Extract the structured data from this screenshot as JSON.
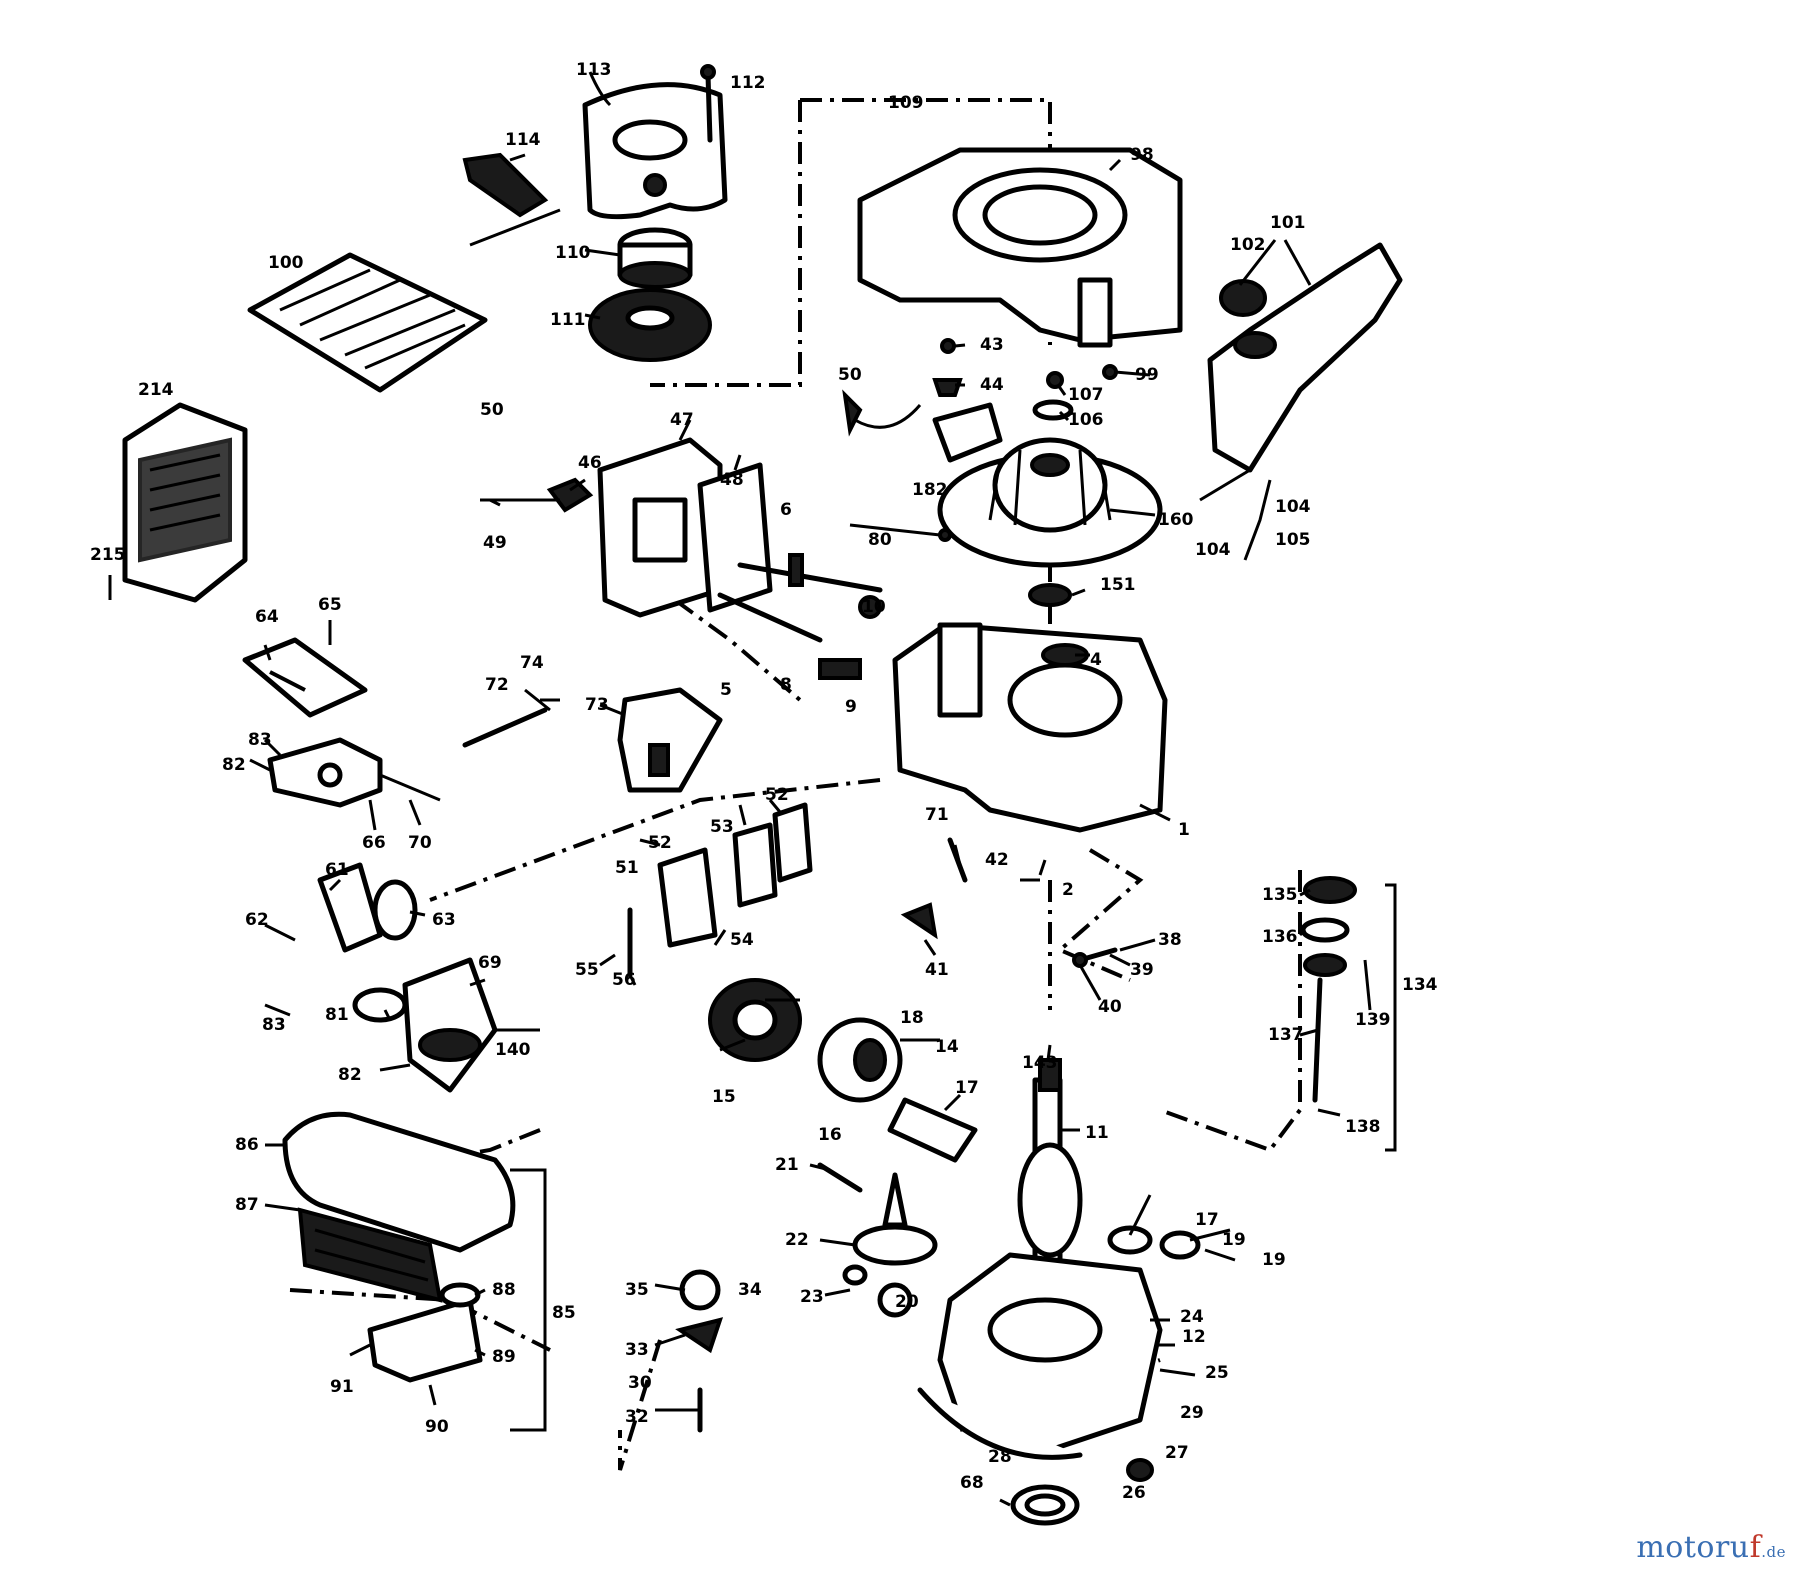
{
  "labels": {
    "n113": "113",
    "n112": "112",
    "n114": "114",
    "n109": "109",
    "n98": "98",
    "n101": "101",
    "n102": "102",
    "n110": "110",
    "n111": "111",
    "n100": "100",
    "n214": "214",
    "n215": "215",
    "n99": "99",
    "n43": "43",
    "n44": "44",
    "n50a": "50",
    "n50b": "50",
    "n107": "107",
    "n106": "106",
    "n47": "47",
    "n46": "46",
    "n48": "48",
    "n49": "49",
    "n182": "182",
    "n80": "80",
    "n160": "160",
    "n104a": "104",
    "n104b": "104",
    "n105": "105",
    "n6": "6",
    "n10": "10",
    "n151": "151",
    "n4": "4",
    "n5": "5",
    "n8": "8",
    "n9": "9",
    "n64": "64",
    "n65": "65",
    "n72": "72",
    "n74": "74",
    "n73": "73",
    "n83a": "83",
    "n82a": "82",
    "n66": "66",
    "n70": "70",
    "n71": "71",
    "n42": "42",
    "n1": "1",
    "n2": "2",
    "n52a": "52",
    "n52b": "52",
    "n53": "53",
    "n51": "51",
    "n54": "54",
    "n55": "55",
    "n56": "56",
    "n61": "61",
    "n62": "62",
    "n63": "63",
    "n69": "69",
    "n81": "81",
    "n140": "140",
    "n82b": "82",
    "n41": "41",
    "n38": "38",
    "n39": "39",
    "n40": "40",
    "n135": "135",
    "n136": "136",
    "n134": "134",
    "n139": "139",
    "n137": "137",
    "n138": "138",
    "n18": "18",
    "n14": "14",
    "n15": "15",
    "n143": "143",
    "n17a": "17",
    "n16": "16",
    "n11": "11",
    "n21": "21",
    "n22": "22",
    "n86": "86",
    "n87": "87",
    "n88": "88",
    "n85": "85",
    "n89": "89",
    "n91": "91",
    "n90": "90",
    "n17b": "17",
    "n19a": "19",
    "n19b": "19",
    "n35": "35",
    "n34": "34",
    "n23": "23",
    "n20": "20",
    "n24": "24",
    "n12": "12",
    "n33": "33",
    "n30": "30",
    "n25": "25",
    "n32": "32",
    "n29": "29",
    "n27": "27",
    "n28": "28",
    "n68": "68",
    "n26": "26"
  },
  "watermark": {
    "brand": "motoru",
    "accent": "f",
    "domain": ".de"
  },
  "colors": {
    "line": "#000000",
    "background": "#ffffff",
    "watermark_blue": "#3a6fb3",
    "watermark_red": "#c0392b"
  }
}
